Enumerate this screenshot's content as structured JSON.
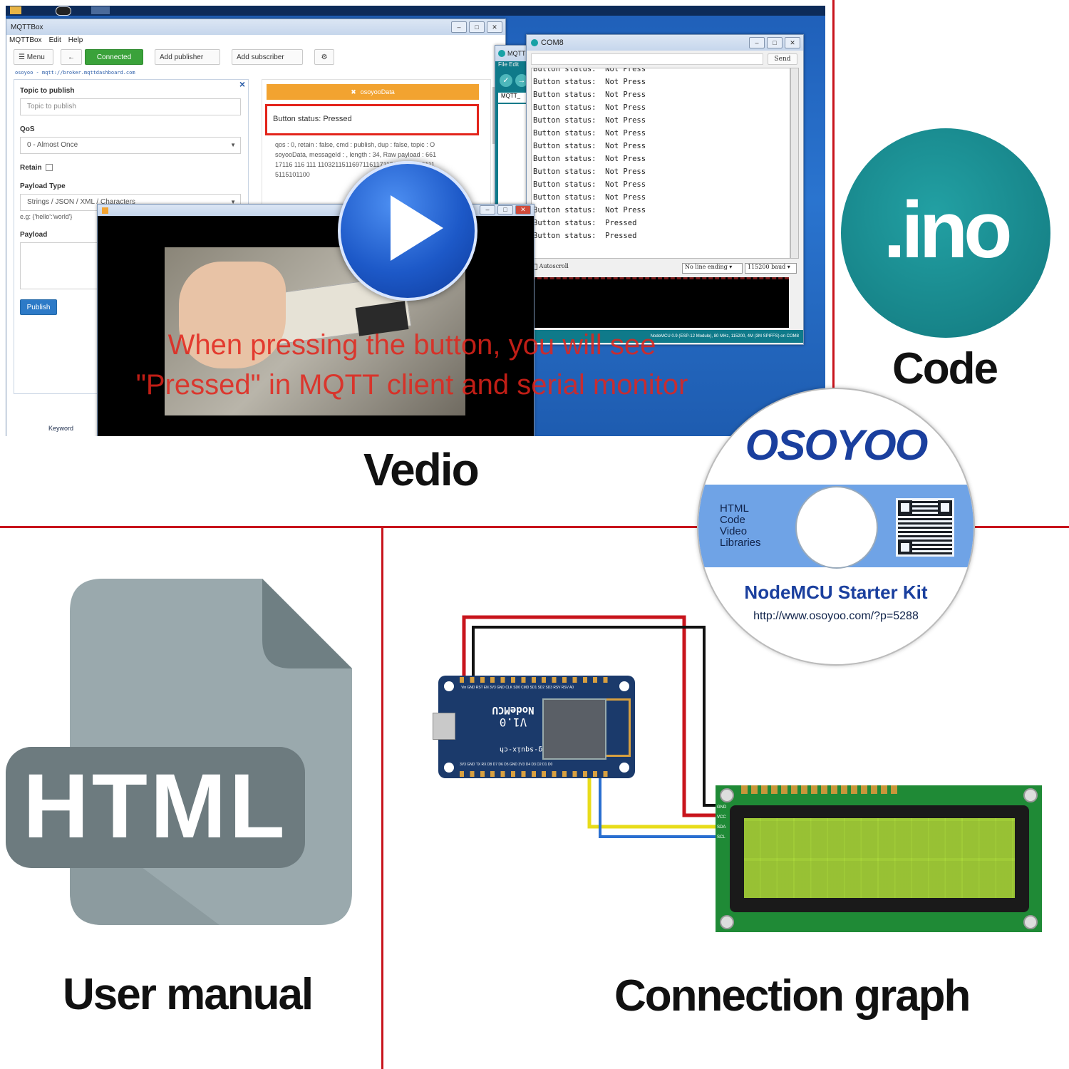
{
  "mqttbox": {
    "title": "MQTTBox",
    "menus": [
      "MQTTBox",
      "Edit",
      "Help"
    ],
    "toolbar": {
      "menu": "☰ Menu",
      "back": "←",
      "connected": "Connected",
      "add_publisher": "Add publisher",
      "add_subscriber": "Add subscriber",
      "settings": "⚙"
    },
    "broker_url": "osoyoo - mqtt://broker.mqttdashboard.com",
    "publish_panel": {
      "topic_label": "Topic to publish",
      "topic_placeholder": "Topic to publish",
      "qos_label": "QoS",
      "qos_value": "0 - Almost Once",
      "retain_label": "Retain",
      "payload_type_label": "Payload Type",
      "payload_type_value": "Strings / JSON / XML / Characters",
      "payload_example": "e.g: {'hello':'world'}",
      "payload_label": "Payload",
      "publish_button": "Publish",
      "close": "×"
    },
    "subscriber_panel": {
      "topic": "osoyooData",
      "message": "Button status: Pressed",
      "details_1": "qos : 0, retain : false, cmd : publish, dup : false, topic : O",
      "details_2": "soyooData, messageId : , length : 34, Raw payload : 661",
      "details_3": "17116 116 111 1103211511697116117115328011410111",
      "details_4": "5115101100"
    },
    "taskbar_label": "Keyword"
  },
  "arduino_window": {
    "title": "MQTT",
    "menus": [
      "File",
      "Edit"
    ],
    "tab": "MQTT_"
  },
  "serial_monitor": {
    "title": "COM8",
    "send_button": "Send",
    "lines": [
      "Button status:  Not Press",
      "Button status:  Not Press",
      "Button status:  Not Press",
      "Button status:  Not Press",
      "Button status:  Not Press",
      "Button status:  Not Press",
      "Button status:  Not Press",
      "Button status:  Not Press",
      "Button status:  Not Press",
      "Button status:  Not Press",
      "Button status:  Not Press",
      "Button status:  Not Press",
      "Button status:  Pressed",
      "Button status:  Pressed"
    ],
    "autoscroll_label": "Autoscroll",
    "line_ending": "No line ending",
    "baud": "115200 baud",
    "status_bar": "NodeMCU 0.9 (ESP-12 Module), 80 MHz, 115200, 4M (3M SPIFFS) on COM8"
  },
  "video": {
    "caption_line_1": "When pressing the button, you will see",
    "caption_line_2": "\"Pressed\" in MQTT client and serial monitor",
    "caption_color": "#e3241b"
  },
  "labels": {
    "video": "Vedio",
    "code": "Code",
    "user_manual": "User manual",
    "connection_graph": "Connection graph"
  },
  "ino_badge": {
    "text": ".ino",
    "color": "#1a8a8e"
  },
  "html_icon": {
    "text": "HTML"
  },
  "cd": {
    "brand": "OSOYOO",
    "contents": [
      "HTML",
      "Code",
      "Video",
      "Libraries"
    ],
    "kit_name": "NodeMCU Starter Kit",
    "url": "http://www.osoyoo.com/?p=5288",
    "brand_color": "#1a3f9e",
    "band_color": "#6fa3e6"
  },
  "nodemcu": {
    "version": "V1.0",
    "name": "NodeMCU",
    "site": "blog-squix-ch",
    "top_pins": "Vin GND RST EN 3V3 GND CLK SD0 CMD SD1 SD2 SD3 RSV RSV A0",
    "bottom_pins": "3V3 GND TX RX D8 D7 D6 D5 GND 3V3 D4 D3 D2 D1 D0"
  },
  "lcd": {
    "pins": [
      "GND",
      "VCC",
      "SDA",
      "SCL"
    ],
    "screen_color": "#a8d63a",
    "board_color": "#1f8a36"
  },
  "wires": {
    "red": "#c8141c",
    "black": "#111111",
    "yellow": "#e8dc1a",
    "blue": "#2a6fd0"
  }
}
